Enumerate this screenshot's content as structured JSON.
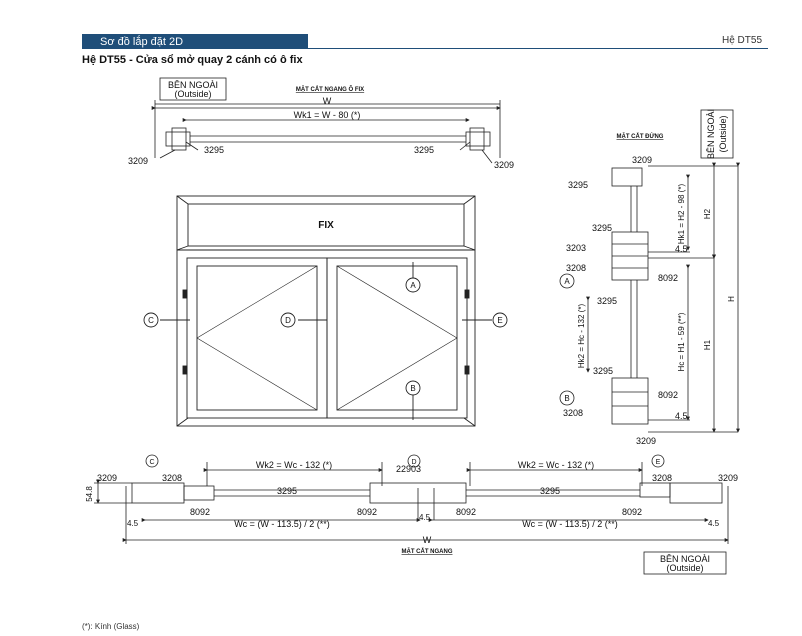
{
  "header": {
    "section": "Sơ đồ lắp đặt 2D",
    "system": "Hệ DT55"
  },
  "title": "Hệ DT55  - Cửa sổ mở quay 2 cánh có ô fix",
  "footnote": "(*): Kính (Glass)",
  "outside_label": {
    "line1": "BÊN NGOÀI",
    "line2": "(Outside)"
  },
  "top_section": {
    "caption": "MẶT CẮT NGANG Ô FIX",
    "w": "W",
    "wk1": "Wk1 = W - 80 (*)",
    "codes": [
      "3209",
      "3295",
      "3295",
      "3209"
    ]
  },
  "elevation": {
    "fix": "FIX",
    "markers": [
      "A",
      "B",
      "C",
      "D",
      "E"
    ]
  },
  "vertical_section": {
    "caption": "MẶT CẮT ĐỨNG",
    "codes_left": [
      "3209",
      "3295",
      "3295",
      "3203",
      "3208",
      "3295",
      "3295",
      "3208",
      "3209"
    ],
    "codes_right": [
      "8092",
      "8092"
    ],
    "dims": [
      "4.5",
      "4.5"
    ],
    "labels": [
      "Hk1 = H2 - 98 (*)",
      "H2",
      "Hk2 = Hc - 132 (*)",
      "Hc = H1 - 59 (**)",
      "H1",
      "H"
    ],
    "markers": [
      "A",
      "B"
    ]
  },
  "bottom_section": {
    "caption": "MẶT CẮT NGANG",
    "w": "W",
    "wk2_left": "Wk2 = Wc - 132 (*)",
    "wk2_right": "Wk2 = Wc - 132 (*)",
    "wc_left": "Wc = (W - 113.5) / 2 (**)",
    "wc_right": "Wc = (W - 113.5) / 2 (**)",
    "codes": [
      "3209",
      "3208",
      "22903",
      "3208",
      "3209",
      "3295",
      "3295",
      "8092",
      "8092",
      "8092",
      "8092"
    ],
    "dims": [
      "54.8",
      "4.5",
      "4.5",
      "4.5"
    ],
    "markers": [
      "C",
      "D",
      "E"
    ]
  }
}
